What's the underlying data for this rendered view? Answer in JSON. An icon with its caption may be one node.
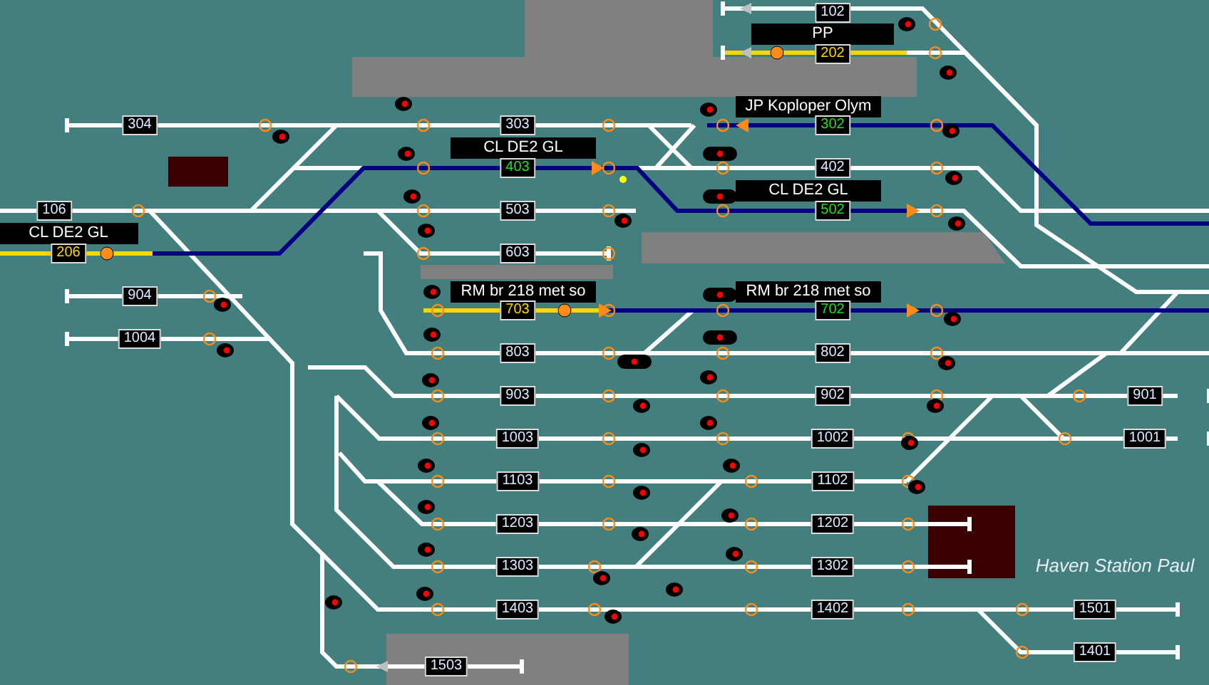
{
  "diagram": {
    "labels": [
      "102",
      "PP",
      "202",
      "JP Koploper Olym",
      "304",
      "303",
      "302",
      "CL DE2 GL",
      "403",
      "402",
      "106",
      "CL DE2 GL",
      "206",
      "503",
      "CL DE2 GL",
      "502",
      "603",
      "904",
      "RM br 218 met so",
      "703",
      "RM br 218 met so",
      "702",
      "1004",
      "803",
      "802",
      "903",
      "902",
      "901",
      "1003",
      "1002",
      "1001",
      "1103",
      "1102",
      "1203",
      "1202",
      "1303",
      "1302",
      "Haven Station Paul",
      "1403",
      "1402",
      "1501",
      "1401",
      "1503"
    ]
  }
}
